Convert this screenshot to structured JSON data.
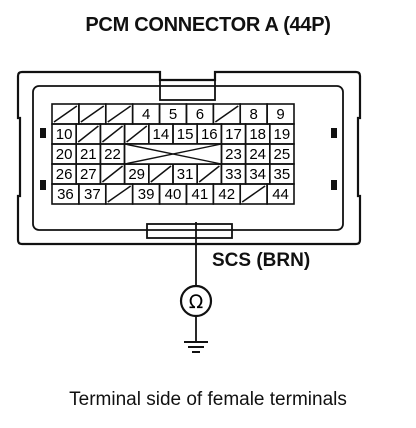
{
  "title": "PCM CONNECTOR A (44P)",
  "caption": "Terminal side of female terminals",
  "signal_label": "SCS (BRN)",
  "meter_symbol": "Ω",
  "connector": {
    "rows": [
      [
        "/",
        "/",
        "/",
        "4",
        "5",
        "6",
        "/",
        "8",
        "9"
      ],
      [
        "10",
        "/",
        "/",
        "/",
        "14",
        "15",
        "16",
        "17",
        "18",
        "19"
      ],
      [
        "20",
        "21",
        "22",
        "",
        "",
        "",
        "",
        "23",
        "24",
        "25"
      ],
      [
        "26",
        "27",
        "/",
        "29",
        "/",
        "31",
        "/",
        "33",
        "34",
        "35"
      ],
      [
        "36",
        "37",
        "/",
        "39",
        "40",
        "41",
        "42",
        "/",
        "44"
      ]
    ]
  }
}
